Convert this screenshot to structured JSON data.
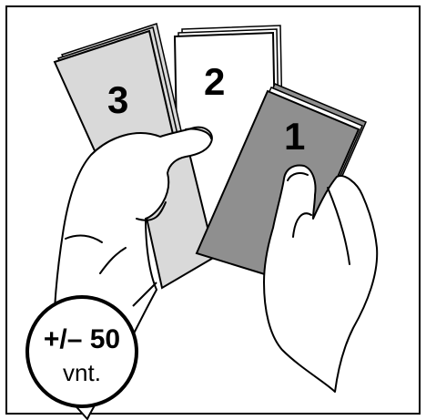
{
  "stack_labels": {
    "stack_1": "1",
    "stack_2": "2",
    "stack_3": "3"
  },
  "badge": {
    "amount": "+/– 50",
    "unit": "vnt."
  },
  "colors": {
    "stack_1_fill": "#8f8f8f",
    "stack_2_fill": "#ffffff",
    "stack_3_fill": "#d9d9d9",
    "outline": "#000000"
  }
}
